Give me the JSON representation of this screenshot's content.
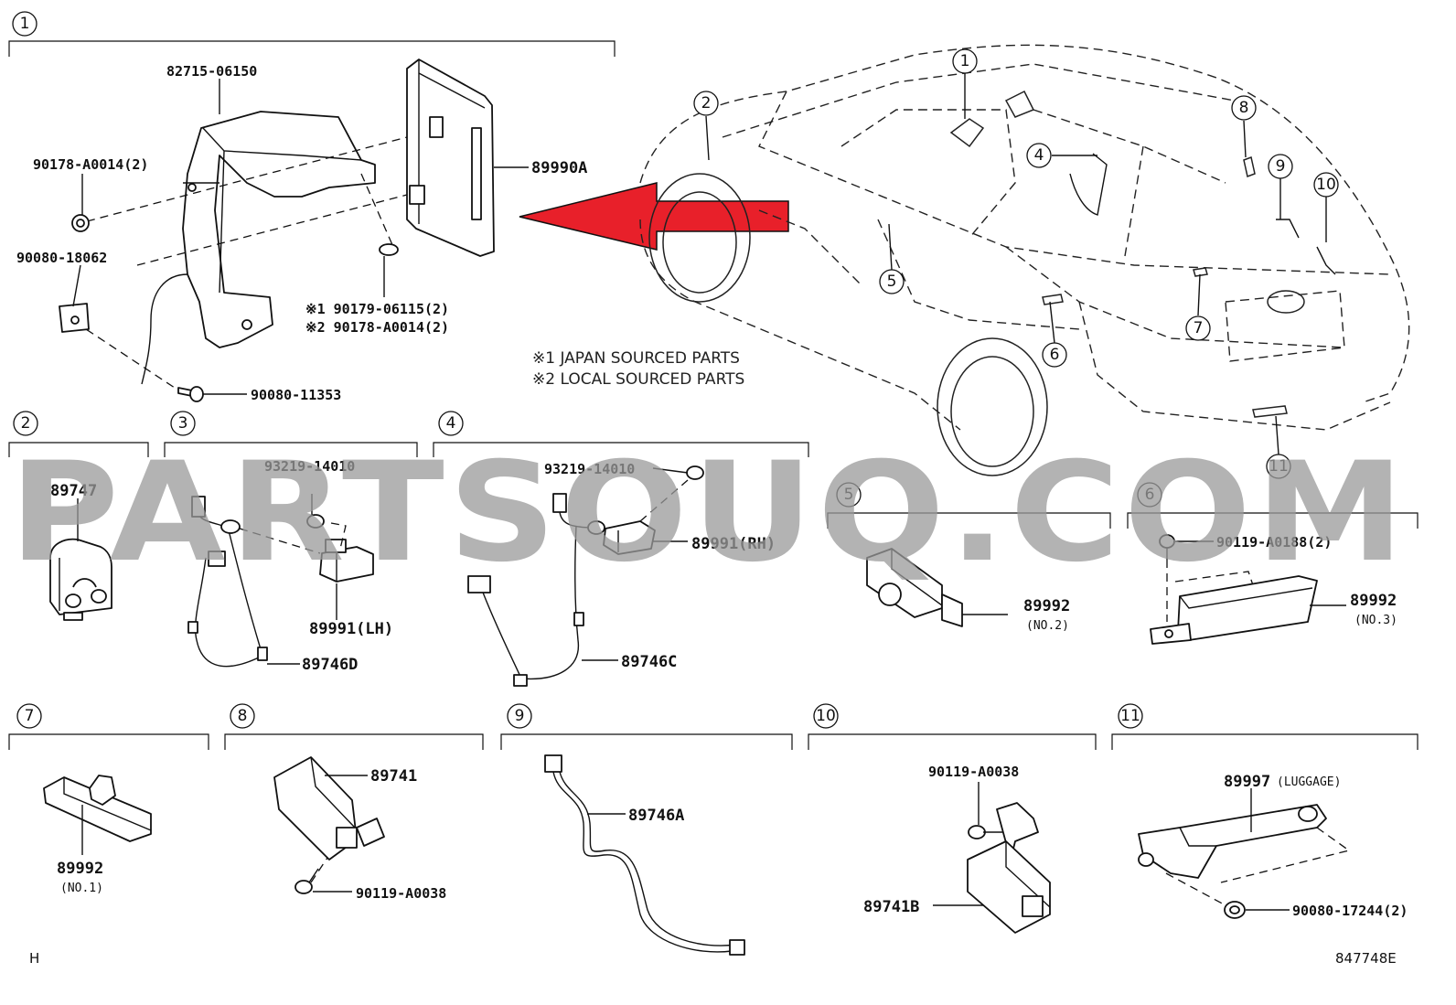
{
  "diagram_code": "847748E",
  "corner_mark": "H",
  "watermark": "PARTSOUQ.COM",
  "accent_color": "#e8202a",
  "notes": {
    "japan": "※1 JAPAN SOURCED PARTS",
    "local": "※2 LOCAL SOURCED PARTS"
  },
  "groups": [
    {
      "number": "1",
      "parts": [
        {
          "label": "82715-06150"
        },
        {
          "label": "89990A"
        },
        {
          "label": "90178-A0014(2)"
        },
        {
          "label": "90080-18062"
        },
        {
          "label": "※1 90179-06115(2)"
        },
        {
          "label": "※2 90178-A0014(2)"
        },
        {
          "label": "90080-11353"
        }
      ]
    },
    {
      "number": "2",
      "parts": [
        {
          "label": "89747"
        }
      ]
    },
    {
      "number": "3",
      "parts": [
        {
          "label": "93219-14010"
        },
        {
          "label": "89991(LH)"
        },
        {
          "label": "89746D"
        }
      ]
    },
    {
      "number": "4",
      "parts": [
        {
          "label": "93219-14010"
        },
        {
          "label": "89991(RH)"
        },
        {
          "label": "89746C"
        }
      ]
    },
    {
      "number": "5",
      "parts": [
        {
          "label": "89992",
          "sub": "(NO.2)"
        }
      ]
    },
    {
      "number": "6",
      "parts": [
        {
          "label": "90119-A0188(2)"
        },
        {
          "label": "89992",
          "sub": "(NO.3)"
        }
      ]
    },
    {
      "number": "7",
      "parts": [
        {
          "label": "89992",
          "sub": "(NO.1)"
        }
      ]
    },
    {
      "number": "8",
      "parts": [
        {
          "label": "89741"
        },
        {
          "label": "90119-A0038"
        }
      ]
    },
    {
      "number": "9",
      "parts": [
        {
          "label": "89746A"
        }
      ]
    },
    {
      "number": "10",
      "parts": [
        {
          "label": "90119-A0038"
        },
        {
          "label": "89741B"
        }
      ]
    },
    {
      "number": "11",
      "parts": [
        {
          "label": "89997",
          "sub": "(LUGGAGE)"
        },
        {
          "label": "90080-17244(2)"
        }
      ]
    }
  ],
  "car_callouts": [
    "1",
    "2",
    "4",
    "5",
    "6",
    "7",
    "8",
    "9",
    "10",
    "11"
  ]
}
